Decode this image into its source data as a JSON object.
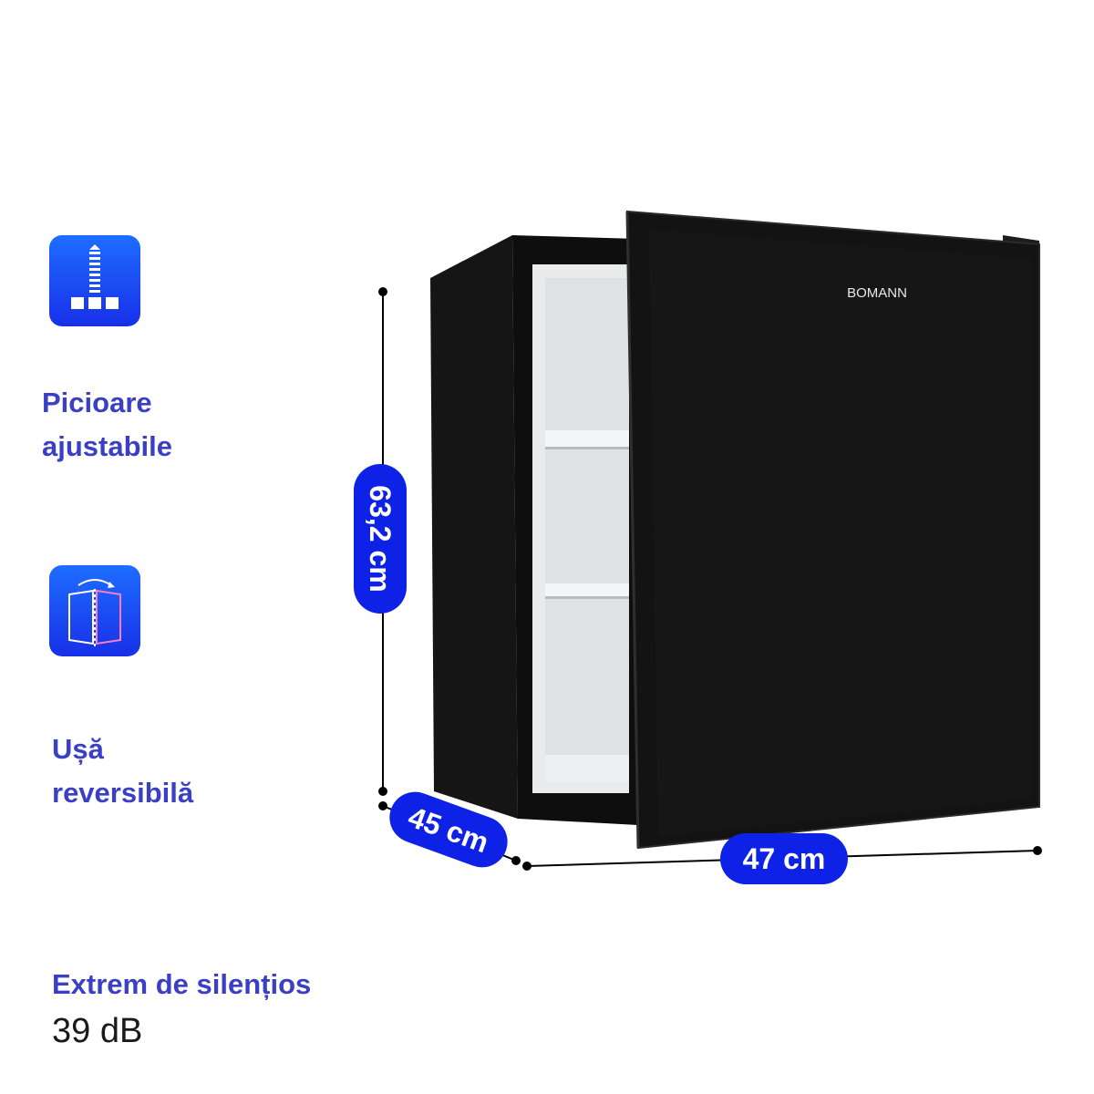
{
  "features": [
    {
      "icon": "adjustable-feet-icon",
      "label_line1": "Picioare",
      "label_line2": "ajustabile"
    },
    {
      "icon": "reversible-door-icon",
      "label_line1": "Ușă",
      "label_line2": "reversibilă"
    }
  ],
  "noise": {
    "title": "Extrem de silențios",
    "value": "39 dB"
  },
  "product": {
    "brand": "BOMANN"
  },
  "dimensions": {
    "height": "63,2 cm",
    "depth": "45 cm",
    "width": "47 cm"
  },
  "colors": {
    "accent_blue": "#0d22e6",
    "label_blue": "#3a3fc4",
    "fridge_black": "#111111"
  }
}
